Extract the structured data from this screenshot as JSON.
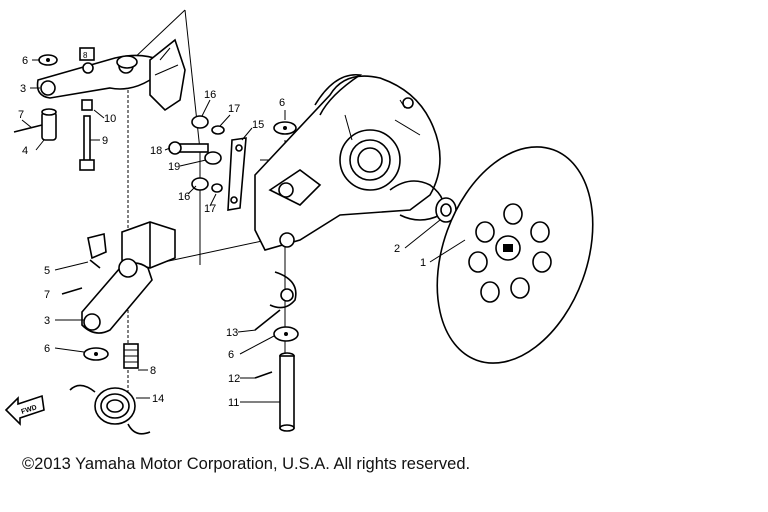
{
  "callouts": {
    "c1": "1",
    "c2": "2",
    "c3a": "3",
    "c3b": "3",
    "c4": "4",
    "c5": "5",
    "c6a": "6",
    "c6b": "6",
    "c6c": "6",
    "c6d": "6",
    "c7a": "7",
    "c7b": "7",
    "c8a": "8",
    "c8b": "8",
    "c9": "9",
    "c10": "10",
    "c11": "11",
    "c12": "12",
    "c13": "13",
    "c14": "14",
    "c15": "15",
    "c16a": "16",
    "c16b": "16",
    "c17a": "17",
    "c17b": "17",
    "c18": "18",
    "c19": "19"
  },
  "direction_arrow": "FWD",
  "copyright": "©2013 Yamaha Motor Corporation, U.S.A. All rights reserved."
}
